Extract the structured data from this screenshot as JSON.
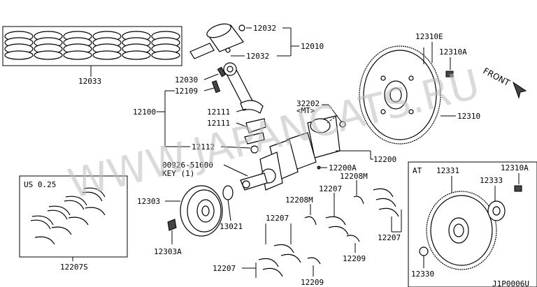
{
  "watermark": "WWW.JAPANCATS.RU",
  "labels": {
    "p12032_top": "12032",
    "p12010": "12010",
    "p12032_bot": "12032",
    "p12033": "12033",
    "p12030": "12030",
    "p12109": "12109",
    "p12100": "12100",
    "p12111_a": "12111",
    "p12111_b": "12111",
    "p12112": "12112",
    "p32202": "32202",
    "p32202_note": "<MT>",
    "p12310E": "12310E",
    "p12310A_top": "12310A",
    "p12310": "12310",
    "front": "FRONT",
    "p12200": "12200",
    "p12200A": "12200A",
    "p00926": "00926-51600",
    "key": "KEY (1)",
    "us": "US 0.25",
    "p12207S": "12207S",
    "p12303": "12303",
    "p13021": "13021",
    "p12303A": "12303A",
    "p12208M_a": "12208M",
    "p12208M_b": "12208M",
    "p12207_a": "12207",
    "p12207_b": "12207",
    "p12207_c": "12207",
    "p12207_d": "12207",
    "p12209_a": "12209",
    "p12209_b": "12209",
    "at": "AT",
    "p12331": "12331",
    "p12333": "12333",
    "p12310A_at": "12310A",
    "p12330": "12330",
    "code": "J1P0006U"
  }
}
